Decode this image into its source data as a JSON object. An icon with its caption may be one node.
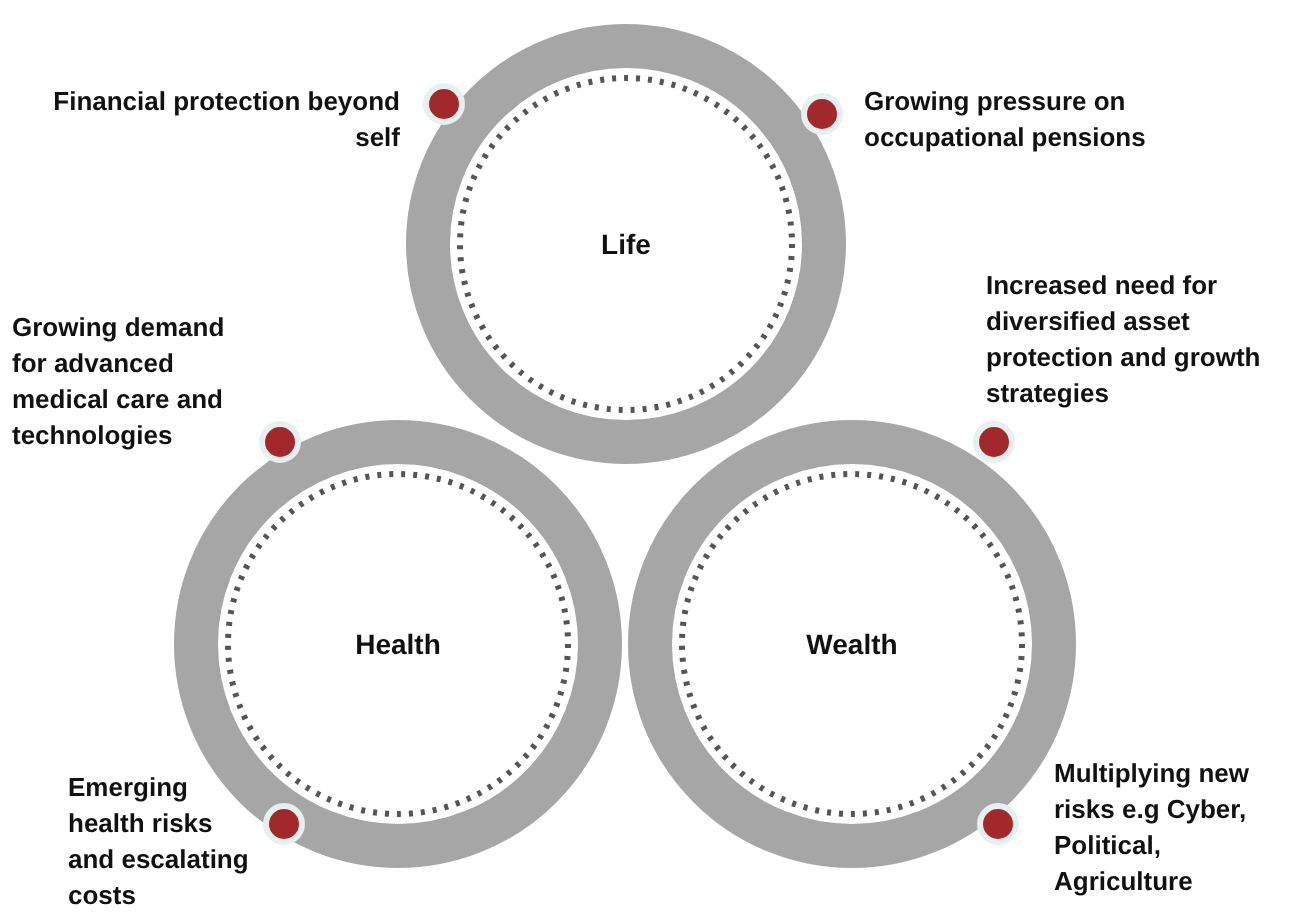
{
  "diagram": {
    "nodes": [
      {
        "text": [
          "Life"
        ],
        "beside": [
          "Financial protection beyond self",
          "Growing pressure on occupational pensions"
        ]
      },
      {
        "text": [
          "Health"
        ],
        "beside": [
          "Growing demand for advanced medical care and technologies",
          "Emerging health risks and escalating costs"
        ]
      },
      {
        "text": [
          "Wealth"
        ],
        "beside": [
          "Increased need for diversified asset protection and growth strategies",
          "Multiplying new risks e.g Cyber, Political, Agriculture"
        ]
      }
    ],
    "edges": []
  }
}
